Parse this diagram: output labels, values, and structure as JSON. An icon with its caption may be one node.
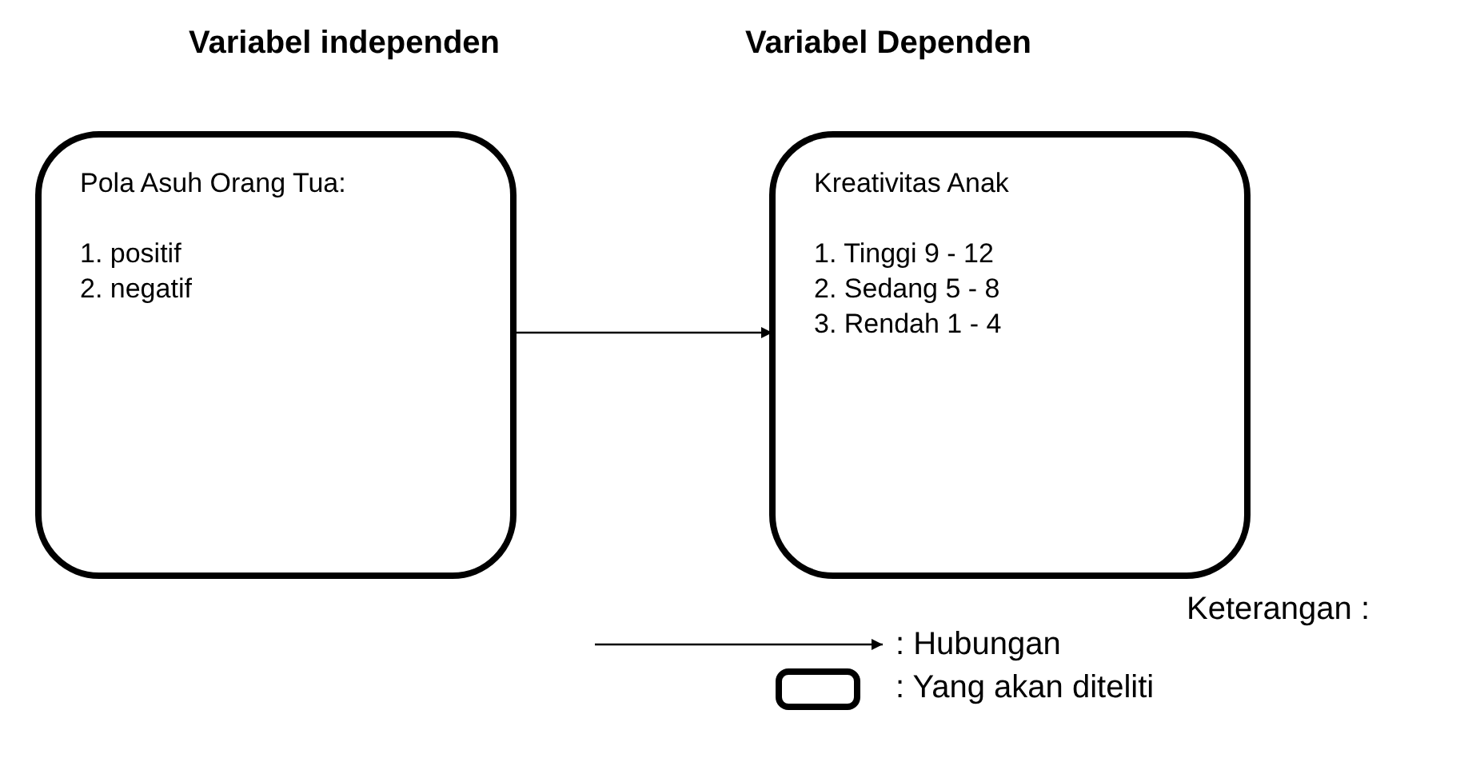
{
  "diagram": {
    "nodes": [
      {
        "text": [
          "Pola Asuh Orang Tua:",
          "1. positif",
          "2. negatif"
        ]
      },
      {
        "text": [
          "Kreativitas Anak",
          "1. Tinggi 9 - 12",
          "2. Sedang 5 - 8",
          "3. Rendah 1 - 4"
        ]
      }
    ],
    "edges": [
      {
        "from": 0,
        "to": 1,
        "arrow": "to"
      }
    ],
    "labels": [
      "Variabel independen",
      "Variabel Dependen",
      "Keterangan :"
    ],
    "legend": [
      {
        "text": ": Hubungan"
      },
      {
        "text": ": Yang akan diteliti"
      }
    ]
  }
}
